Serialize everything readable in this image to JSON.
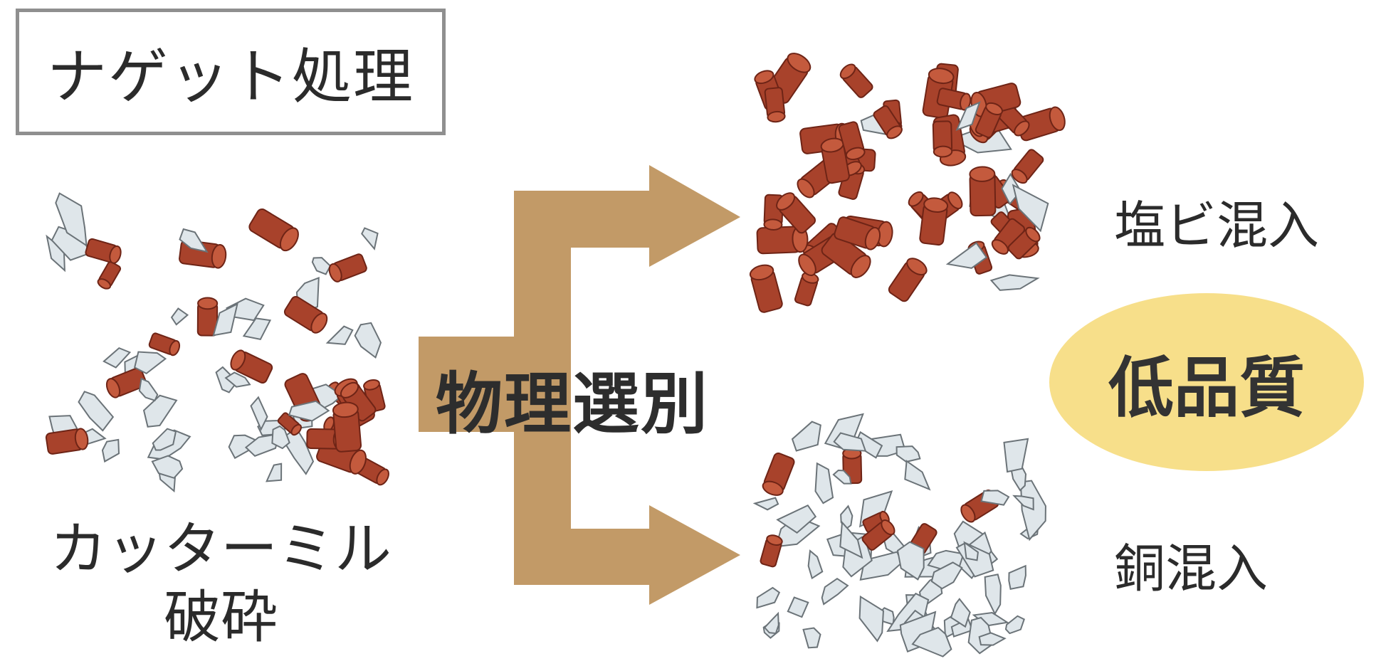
{
  "title": "ナゲット処理",
  "input": {
    "line1": "カッターミル",
    "line2": "破砕"
  },
  "process": {
    "label": "物理選別"
  },
  "outputs": [
    {
      "label": "塩ビ混入"
    },
    {
      "label": "銅混入"
    }
  ],
  "quality": {
    "label": "低品質"
  },
  "colors": {
    "arrow": "#c29a67",
    "copper": "#a8422b",
    "copper_dark": "#6e2416",
    "pvc": "#dfe6ea",
    "pvc_stroke": "#6b7378",
    "quality_bg": "#f7df8a",
    "title_border": "#8f8f8f"
  }
}
